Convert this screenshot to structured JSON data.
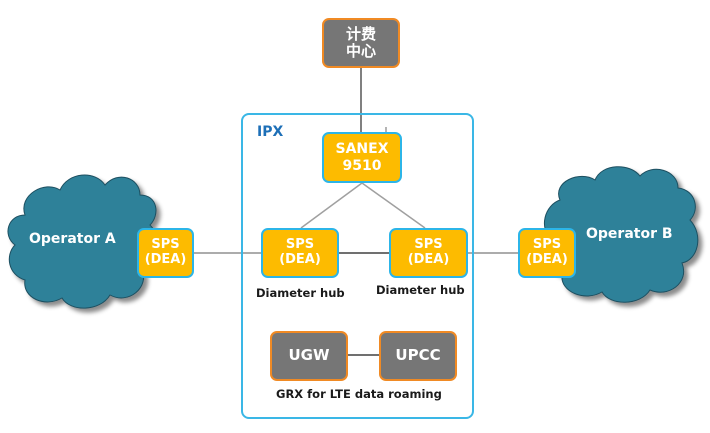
{
  "diagram": {
    "billing_center": {
      "line1": "计费",
      "line2": "中心"
    },
    "ipx": {
      "label": "IPX"
    },
    "sanex": {
      "line1": "SANEX",
      "line2": "9510"
    },
    "operator_a": {
      "label": "Operator A",
      "sps_line1": "SPS",
      "sps_line2": "(DEA)"
    },
    "operator_b": {
      "label": "Operator B",
      "sps_line1": "SPS",
      "sps_line2": "(DEA)"
    },
    "hub_left": {
      "line1": "SPS",
      "line2": "(DEA)",
      "caption": "Diameter hub"
    },
    "hub_right": {
      "line1": "SPS",
      "line2": "(DEA)",
      "caption": "Diameter hub"
    },
    "ugw": {
      "label": "UGW"
    },
    "upcc": {
      "label": "UPCC"
    },
    "grx_caption": "GRX for LTE data roaming",
    "colors": {
      "cloud": "#2e8199",
      "sps_fill": "#fdbb00",
      "sps_border": "#2cb5e8",
      "gray_node_fill": "#767676",
      "gray_node_border": "#f08a24",
      "ipx_border": "#3ab7e6",
      "ipx_label": "#1d6fb7"
    }
  }
}
